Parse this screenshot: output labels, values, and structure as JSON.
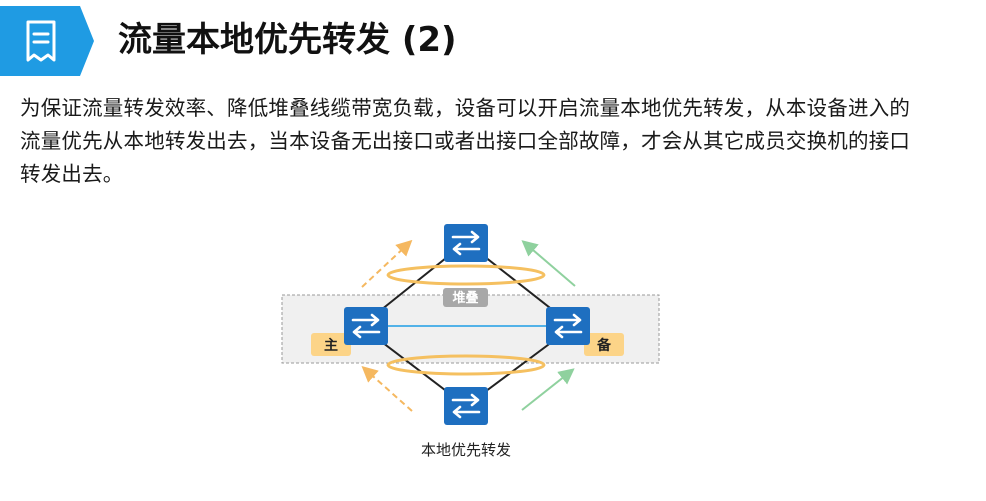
{
  "header": {
    "title": "流量本地优先转发 (2)",
    "badge_icon": "document-icon",
    "accent_color": "#1f9be3"
  },
  "body": {
    "lines": [
      "为保证流量转发效率、降低堆叠线缆带宽负载，设备可以开启流量本地优先转发，从本设备进入的",
      "流量优先从本地转发出去，当本设备无出接口或者出接口全部故障，才会从其它成员交换机的接口",
      "转发出去。"
    ]
  },
  "diagram": {
    "stack_label": "堆叠",
    "master_label": "主",
    "standby_label": "备",
    "caption": "本地优先转发",
    "switch_icon": "switch-icon",
    "colors": {
      "switch": "#1e6fc0",
      "stack_box": "#f0f0f0",
      "stack_tag": "#a8a8a8",
      "ring": "#f5c060",
      "tag": "#fcd488",
      "link": "#1e9de6",
      "arrow_orange": "#f5b860",
      "arrow_green": "#8fd19e"
    }
  }
}
